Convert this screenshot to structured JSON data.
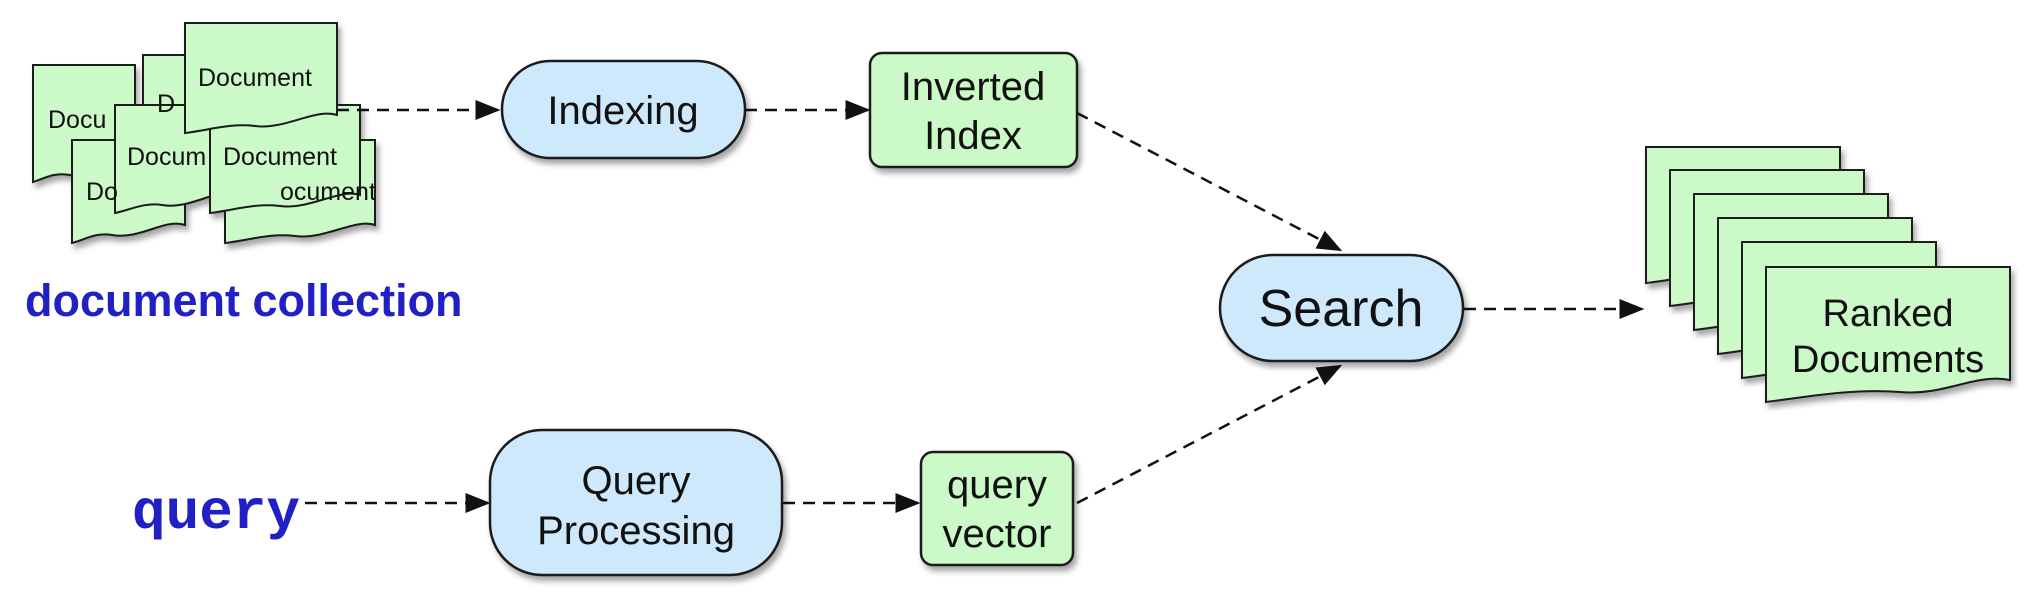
{
  "colors": {
    "process_fill": "#cde9fb",
    "data_fill": "#ccf9c8",
    "label_blue": "#2020c4",
    "stroke": "#1a1a1a"
  },
  "labels": {
    "document": "Document",
    "document_partial_1": "Docu",
    "document_partial_2": "D",
    "document_partial_3": "Docum",
    "document_partial_4": "Do",
    "document_partial_5": "ocument",
    "document_collection": "document collection",
    "query": "query",
    "indexing": "Indexing",
    "inverted_index": [
      "Inverted",
      "Index"
    ],
    "search": "Search",
    "query_processing": [
      "Query",
      "Processing"
    ],
    "query_vector": [
      "query",
      "vector"
    ],
    "ranked_documents": [
      "Ranked",
      "Documents"
    ]
  }
}
